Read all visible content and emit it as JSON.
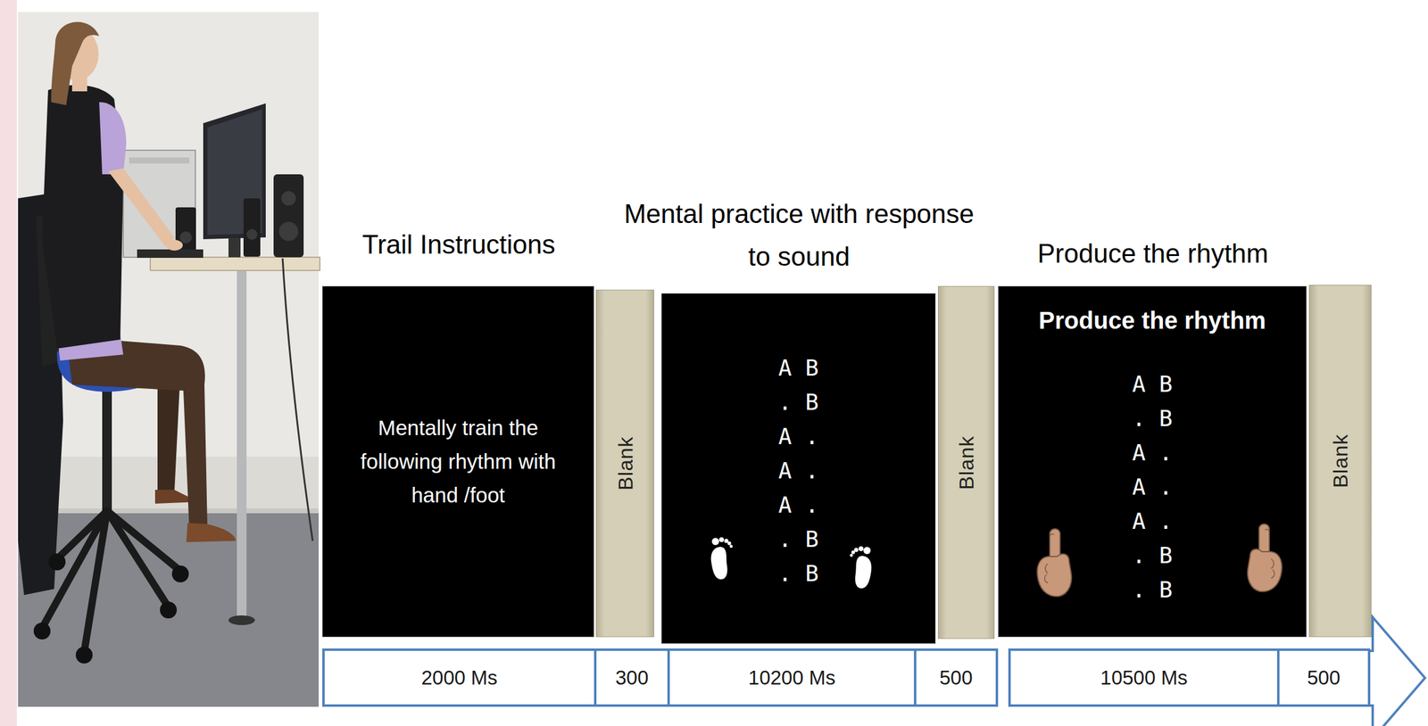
{
  "diagram": {
    "nodes": [
      {
        "text": [
          "Trail Instructions",
          "Mentally train the following rhythm with hand /foot"
        ]
      },
      {
        "text": [
          "Blank"
        ]
      },
      {
        "text": [
          "Mental practice with response to sound",
          "A B",
          ". B",
          "A .",
          "A .",
          "A .",
          ". B",
          ". B"
        ]
      },
      {
        "text": [
          "Blank"
        ]
      },
      {
        "text": [
          "Produce the rhythm",
          "Produce the rhythm",
          "A B",
          ". B",
          "A .",
          "A .",
          "A .",
          ". B",
          ". B"
        ]
      },
      {
        "text": [
          "Blank"
        ]
      },
      {
        "text": [
          "2000 Ms"
        ]
      },
      {
        "text": [
          "300"
        ]
      },
      {
        "text": [
          "10200 Ms"
        ]
      },
      {
        "text": [
          "500"
        ]
      },
      {
        "text": [
          "10500 Ms"
        ]
      },
      {
        "text": [
          "500"
        ]
      }
    ]
  }
}
